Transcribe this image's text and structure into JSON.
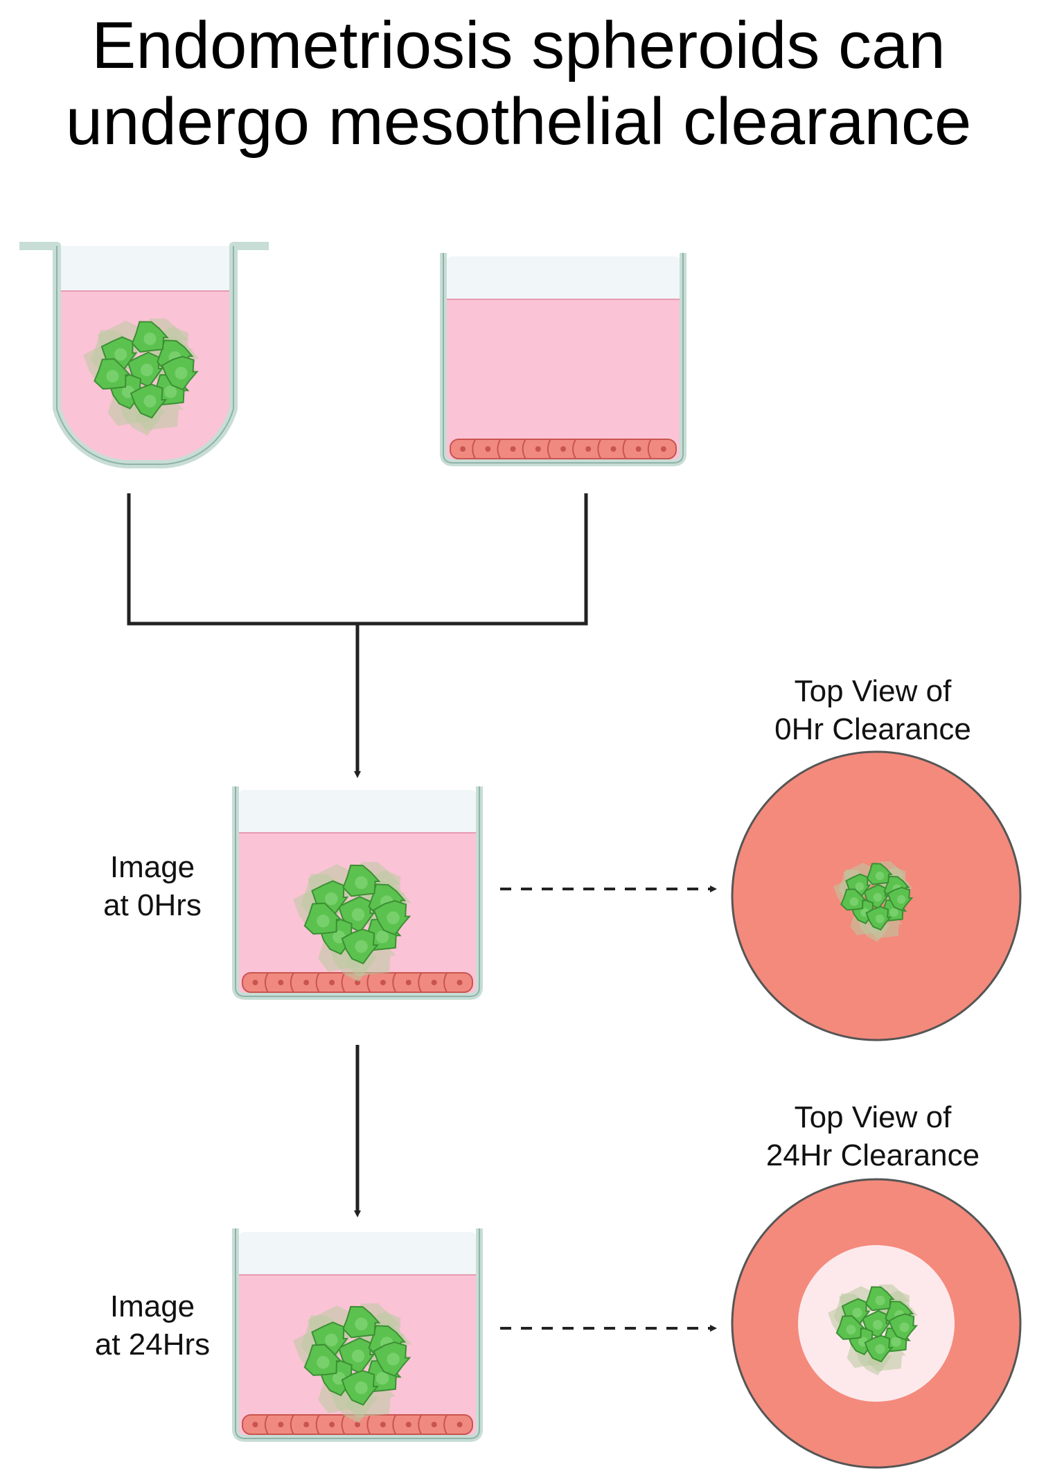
{
  "title": {
    "line1": "Endometriosis spheroids can",
    "line2": "undergo mesothelial clearance"
  },
  "labels": {
    "image_0hrs": {
      "line1": "Image",
      "line2": "at 0Hrs"
    },
    "image_24hrs": {
      "line1": "Image",
      "line2": "at 24Hrs"
    },
    "top_view_0hr": {
      "line1": "Top View of",
      "line2": "0Hr Clearance"
    },
    "top_view_24hr": {
      "line1": "Top View of",
      "line2": "24Hr Clearance"
    }
  },
  "colors": {
    "medium": "#fbc3d6",
    "well_wall": "#c7ddd6",
    "air": "#f1f6f8",
    "mesothelial_layer": "#f08a80",
    "mesothelial_cell": "#e97470",
    "spheroid_core": "#5cc24f",
    "spheroid_halo": "#b9caa0",
    "clearance_zone": "#fde9ec",
    "arrow": "#222222"
  }
}
